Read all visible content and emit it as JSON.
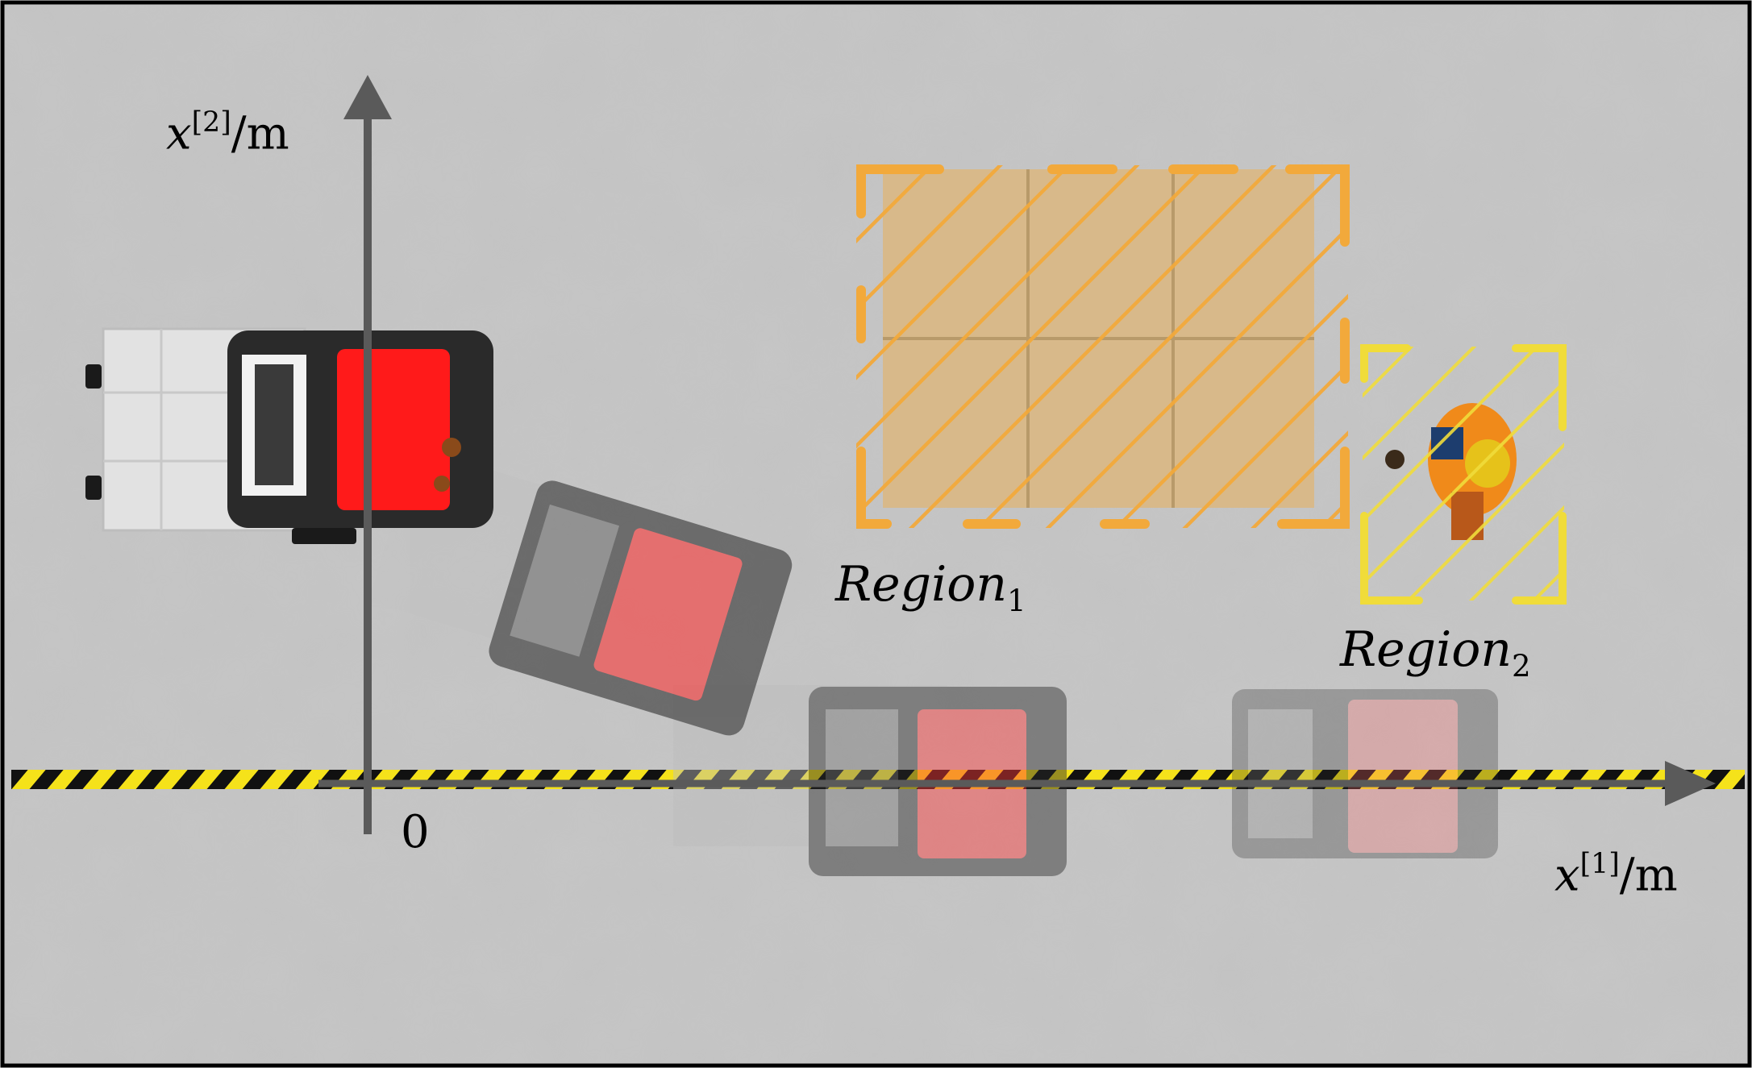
{
  "axes": {
    "x1": {
      "symbol": "x",
      "index": "[1]",
      "unit": "/m"
    },
    "x2": {
      "symbol": "x",
      "index": "[2]",
      "unit": "/m"
    },
    "origin": "0"
  },
  "regions": [
    {
      "name": "Region",
      "sub": "1",
      "color": "#F2A93B"
    },
    {
      "name": "Region",
      "sub": "2",
      "color": "#F0DC3A"
    }
  ],
  "colors": {
    "floor": "#C9C9C9",
    "forklift_body": "#FF1A1A",
    "hazard_yellow": "#F5E21A",
    "hazard_black": "#111111",
    "axis": "#5A5A5A",
    "box": "#D8B98A",
    "worker_vest": "#F08A1A"
  }
}
